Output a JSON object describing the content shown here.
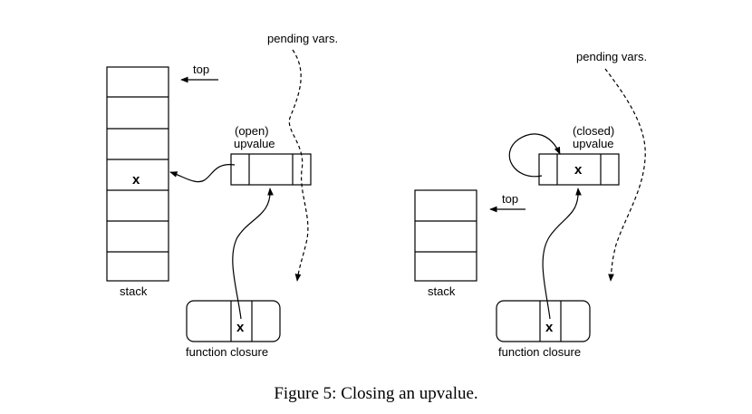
{
  "left": {
    "pending_label": "pending vars.",
    "top_label": "top",
    "upvalue_state": "(open)",
    "upvalue_label": "upvalue",
    "stack_cell_value": "x",
    "stack_label": "stack",
    "closure_value": "x",
    "closure_label": "function closure"
  },
  "right": {
    "pending_label": "pending vars.",
    "top_label": "top",
    "upvalue_state": "(closed)",
    "upvalue_label": "upvalue",
    "upvalue_value": "x",
    "stack_label": "stack",
    "closure_value": "x",
    "closure_label": "function closure"
  },
  "caption": "Figure 5: Closing an upvalue."
}
